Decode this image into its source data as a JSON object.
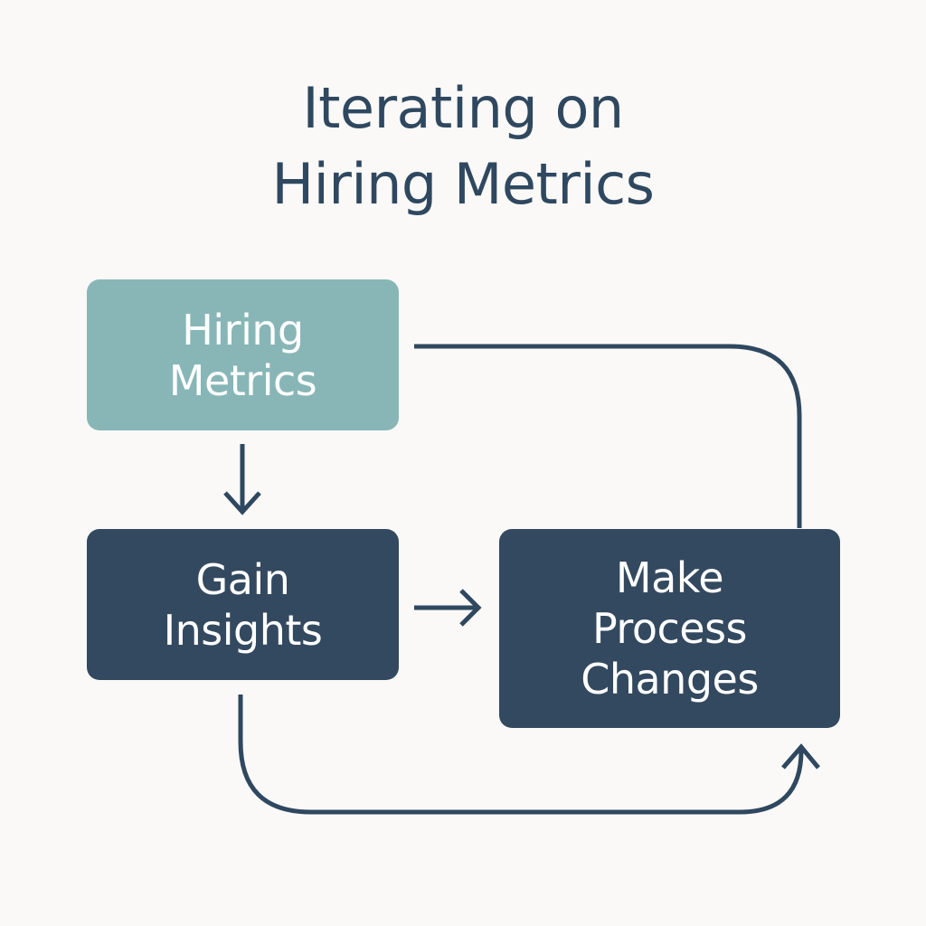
{
  "title": {
    "line1": "Iterating on",
    "line2": "Hiring Metrics"
  },
  "nodes": [
    {
      "id": "hiring-metrics",
      "line1": "Hiring",
      "line2": "Metrics",
      "color": "#88b6b7"
    },
    {
      "id": "gain-insights",
      "line1": "Gain",
      "line2": "Insights",
      "color": "#33495f"
    },
    {
      "id": "make-process-changes",
      "line1": "Make",
      "line2": "Process",
      "line3": "Changes",
      "color": "#33495f"
    }
  ],
  "edges": [
    {
      "from": "hiring-metrics",
      "to": "gain-insights"
    },
    {
      "from": "gain-insights",
      "to": "make-process-changes"
    },
    {
      "from": "gain-insights",
      "to": "make-process-changes",
      "route": "bottom-loop"
    },
    {
      "from": "make-process-changes",
      "to": "hiring-metrics",
      "route": "top-loop"
    }
  ],
  "colors": {
    "background": "#faf9f7",
    "text_dark": "#2f4860",
    "line": "#2f4860"
  }
}
